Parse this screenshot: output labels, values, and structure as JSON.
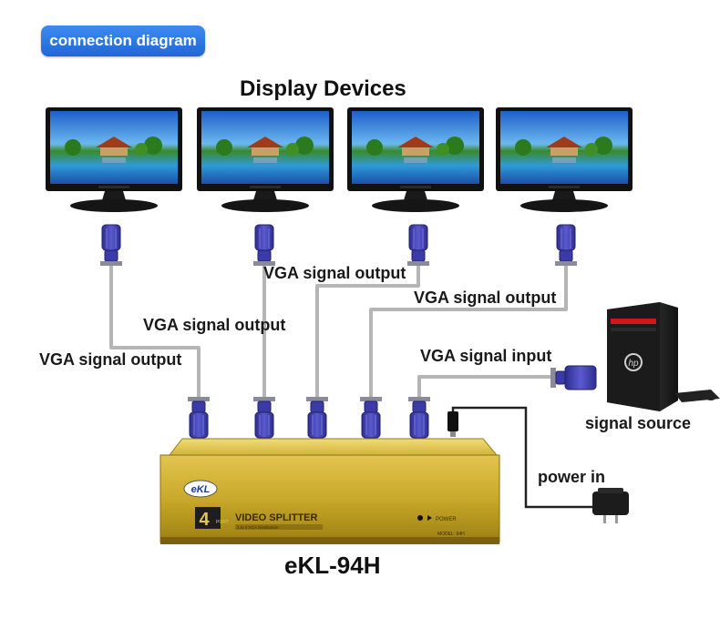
{
  "header_badge": "connection diagram",
  "title": "Display Devices",
  "labels": {
    "out1": "VGA signal output",
    "out2": "VGA signal output",
    "out3": "VGA signal output",
    "out4": "VGA signal output",
    "input": "VGA signal input",
    "source": "signal source",
    "power": "power in"
  },
  "device": {
    "logo": "eKL",
    "port_count": "4",
    "port_word": "PORT",
    "name": "VIDEO SPLITTER",
    "subtext": "1 to 4 VGA Distribution",
    "power_label": "POWER",
    "model_plate": "MODEL: 94H",
    "model": "eKL-94H"
  },
  "monitor_count": 4,
  "colors": {
    "badge": "#2f7ae5",
    "cable": "#b8b8b8",
    "connector": "#3f3fb0",
    "splitter": "#c9a92a",
    "pc_accent": "#d01818"
  }
}
